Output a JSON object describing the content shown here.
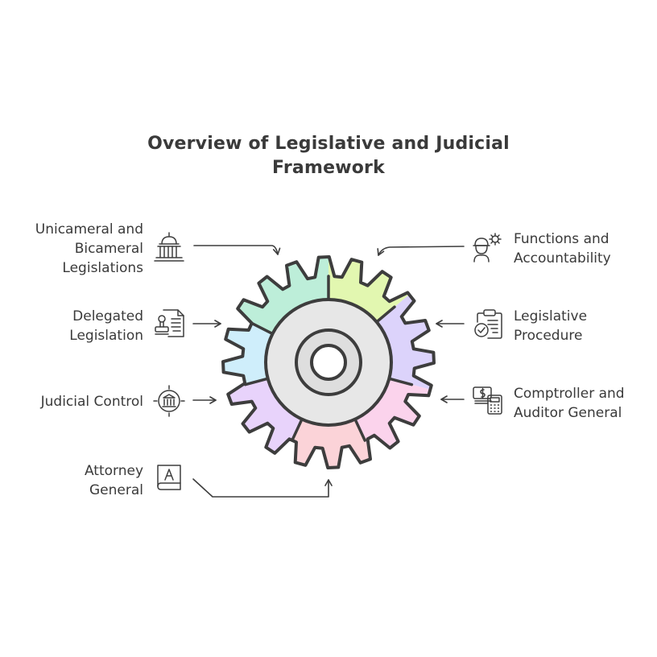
{
  "title": {
    "line1": "Overview of Legislative and Judicial",
    "line2": "Framework"
  },
  "items": [
    {
      "lines": [
        "Unicameral and",
        "Bicameral",
        "Legislations"
      ],
      "icon": "capitol-building-icon",
      "side": "left"
    },
    {
      "lines": [
        "Delegated",
        "Legislation"
      ],
      "icon": "stamp-document-icon",
      "side": "left"
    },
    {
      "lines": [
        "Judicial Control"
      ],
      "icon": "court-target-icon",
      "side": "left"
    },
    {
      "lines": [
        "Attorney",
        "General"
      ],
      "icon": "law-book-icon",
      "side": "left"
    },
    {
      "lines": [
        "Functions and",
        "Accountability"
      ],
      "icon": "worker-gear-icon",
      "side": "right"
    },
    {
      "lines": [
        "Legislative",
        "Procedure"
      ],
      "icon": "clipboard-check-icon",
      "side": "right"
    },
    {
      "lines": [
        "Comptroller and",
        "Auditor General"
      ],
      "icon": "money-calculator-icon",
      "side": "right"
    }
  ],
  "colors": {
    "outline": "#3d3d3d",
    "hub": "#e6e6e6",
    "segments": [
      "#bdeed9",
      "#e2f7b0",
      "#dcd3fb",
      "#fbd3ec",
      "#fbd3d8",
      "#e8d3fb",
      "#cfeefb"
    ]
  }
}
